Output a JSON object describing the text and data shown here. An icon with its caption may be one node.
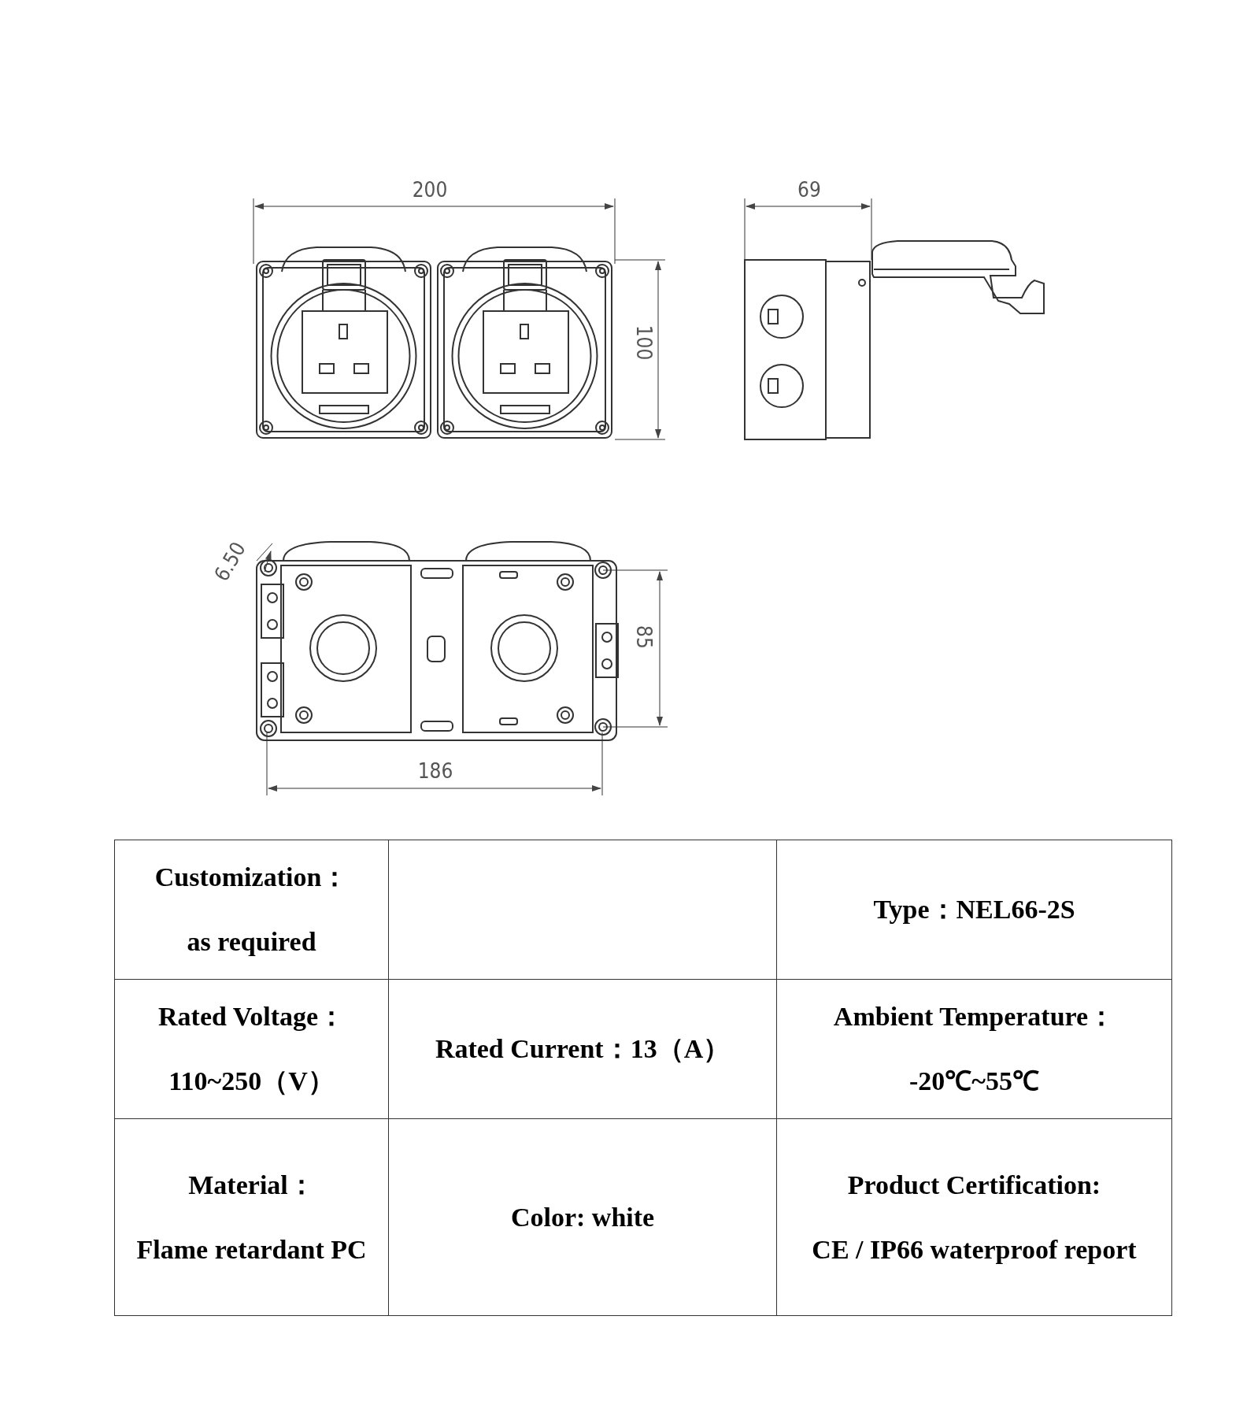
{
  "diagram": {
    "labels": [
      "200",
      "69",
      "100",
      "6.50",
      "85",
      "186",
      "Customization：",
      "as required",
      "Type：NEL66-2S",
      "Rated Voltage：",
      "110~250（V）",
      "Rated Current：13（A）",
      "Ambient Temperature：",
      "-20℃~55℃",
      "Material：",
      "Flame retardant PC",
      "Color: white",
      "Product Certification:",
      "CE / IP66 waterproof report"
    ]
  }
}
